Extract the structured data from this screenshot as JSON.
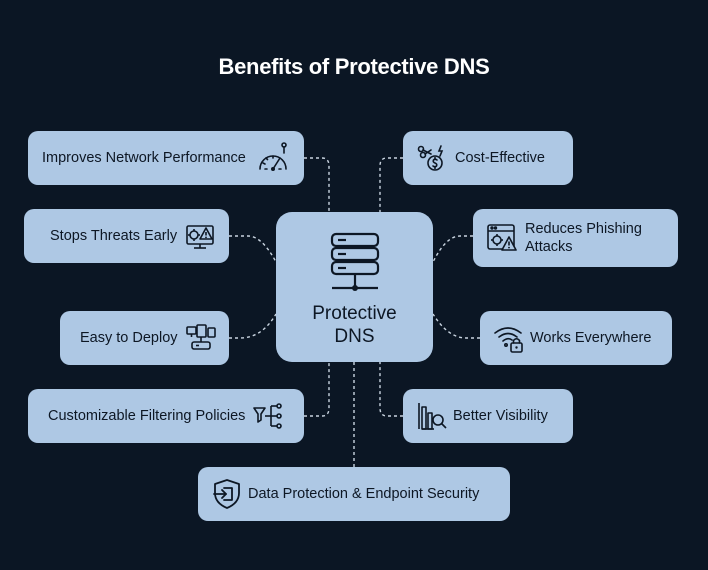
{
  "title": "Benefits of Protective DNS",
  "center": {
    "label": "Protective\nDNS",
    "icon": "server-network-icon"
  },
  "benefits": {
    "network_performance": {
      "label": "Improves Network Performance",
      "icon": "speedometer-icon"
    },
    "threats": {
      "label": "Stops Threats Early",
      "icon": "monitor-alert-icon"
    },
    "deploy": {
      "label": "Easy to Deploy",
      "icon": "devices-network-icon"
    },
    "filtering": {
      "label": "Customizable Filtering Policies",
      "icon": "filter-branch-icon"
    },
    "cost": {
      "label": "Cost-Effective",
      "icon": "money-cut-icon"
    },
    "phishing": {
      "label": "Reduces Phishing\nAttacks",
      "icon": "browser-warning-icon"
    },
    "everywhere": {
      "label": "Works Everywhere",
      "icon": "wifi-lock-icon"
    },
    "visibility": {
      "label": "Better Visibility",
      "icon": "chart-search-icon"
    },
    "data_protection": {
      "label": "Data Protection & Endpoint Security",
      "icon": "shield-login-icon"
    }
  },
  "colors": {
    "background": "#0b1624",
    "box": "#aec8e4",
    "text": "#0d1724",
    "connector": "#c9d4e0",
    "title": "#ffffff"
  }
}
